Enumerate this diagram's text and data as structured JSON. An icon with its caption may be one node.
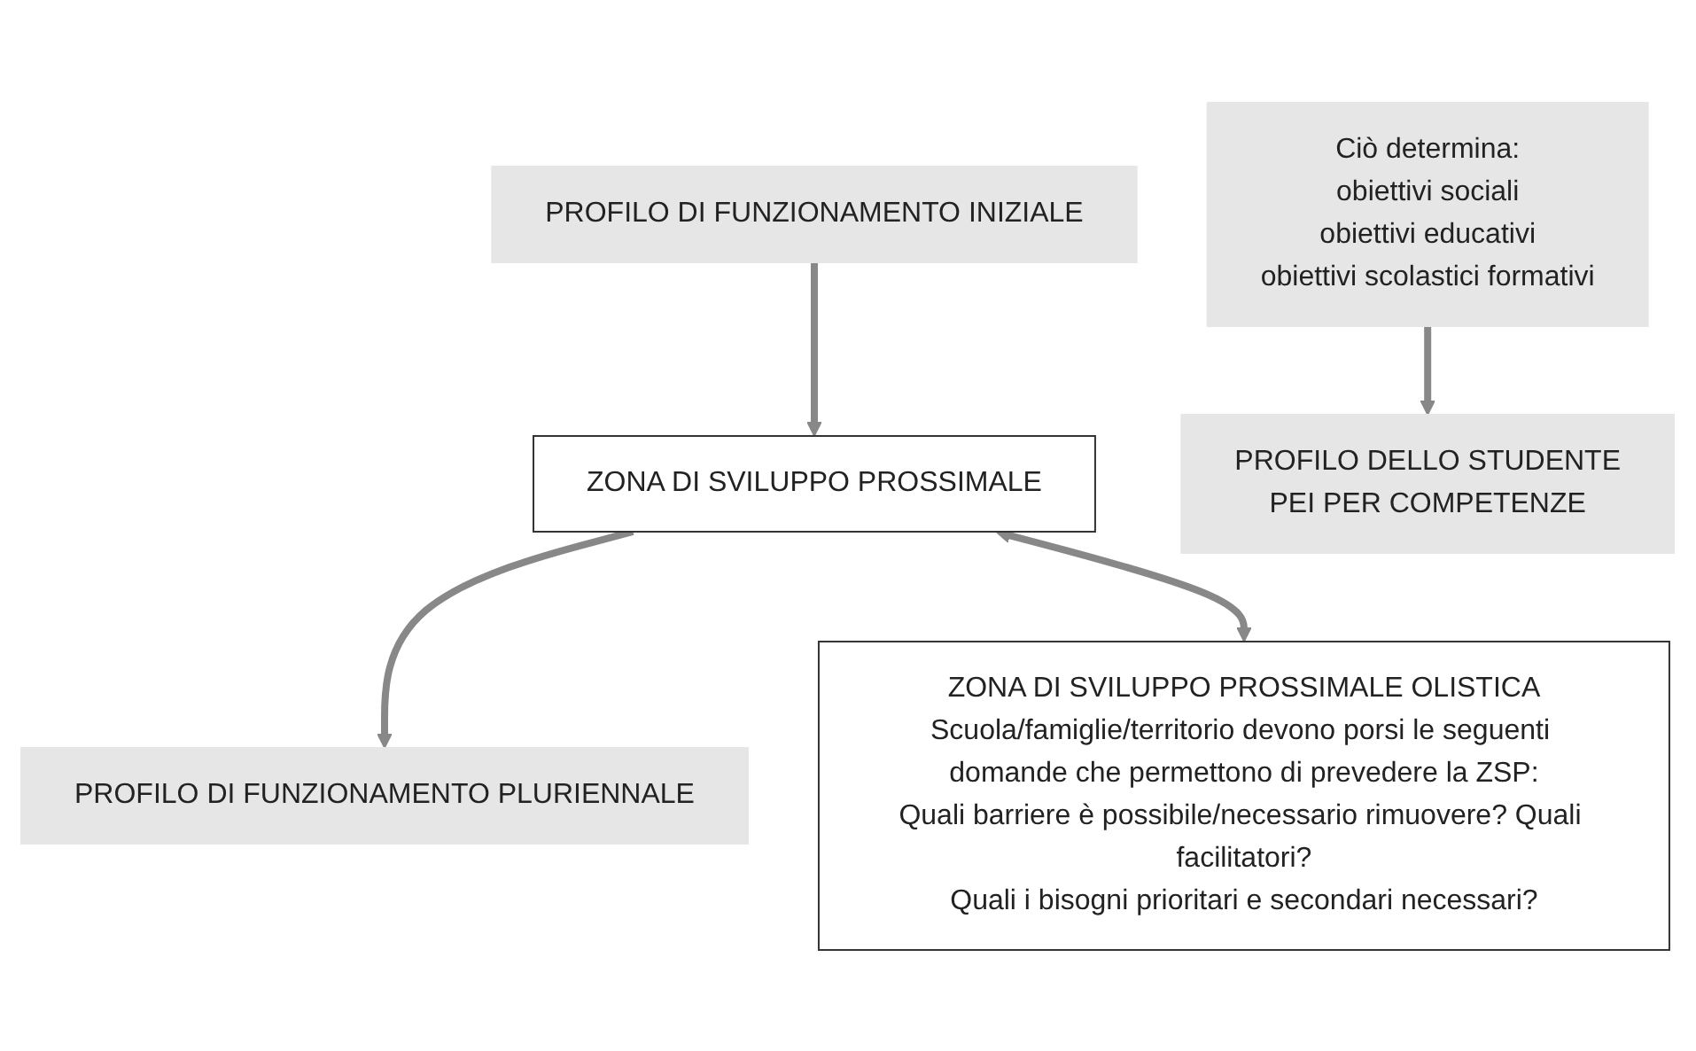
{
  "diagram": {
    "nodes": [
      {
        "text": [
          "PROFILO DI FUNZIONAMENTO INIZIALE"
        ]
      },
      {
        "text": [
          "ZONA DI SVILUPPO PROSSIMALE"
        ]
      },
      {
        "text": [
          "PROFILO DI FUNZIONAMENTO PLURIENNALE"
        ]
      },
      {
        "text": [
          "Ciò determina:",
          "obiettivi sociali",
          "obiettivi educativi",
          "obiettivi scolastici formativi"
        ]
      },
      {
        "text": [
          "PROFILO DELLO STUDENTE",
          "PEI PER COMPETENZE"
        ]
      },
      {
        "text": [
          "ZONA DI SVILUPPO PROSSIMALE OLISTICA",
          "Scuola/famiglie/territorio devono porsi le seguenti domande che permettono di prevedere la ZSP:",
          "Quali barriere è possibile/necessario rimuovere? Quali facilitatori?",
          "Quali i bisogni prioritari e secondari necessari?"
        ]
      }
    ],
    "edges": [
      {
        "from": 0,
        "to": 1,
        "arrow": "to"
      },
      {
        "from": 1,
        "to": 2,
        "arrow": "to"
      },
      {
        "from": 3,
        "to": 4,
        "arrow": "to"
      },
      {
        "from": 1,
        "to": 5,
        "arrow": "both"
      }
    ]
  }
}
